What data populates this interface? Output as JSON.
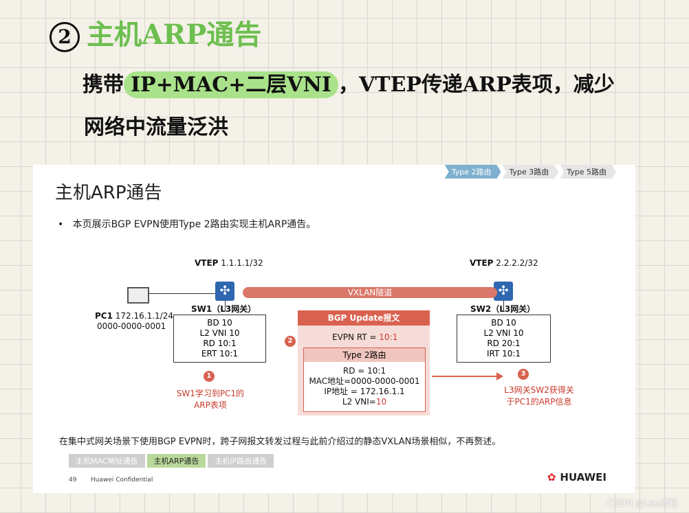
{
  "handwritten": {
    "circle_number": "2",
    "title": "主机ARP通告",
    "line1_before": "携带",
    "line1_highlight": "IP+MAC+二层VNI",
    "line1_after": "，VTEP传递ARP表项，减少",
    "line2": "网络中流量泛洪"
  },
  "slide": {
    "breadcrumb": [
      "Type 2路由",
      "Type 3路由",
      "Type 5路由"
    ],
    "title": "主机ARP通告",
    "bullet": "本页展示BGP EVPN使用Type 2路由实现主机ARP通告。",
    "vtep1": {
      "label": "VTEP",
      "ip": "1.1.1.1/32"
    },
    "vtep2": {
      "label": "VTEP",
      "ip": "2.2.2.2/32"
    },
    "tunnel": "VXLAN隧道",
    "pc1": {
      "name": "PC1",
      "ip": "172.16.1.1/24",
      "mac": "0000-0000-0001"
    },
    "sw1": {
      "name": "SW1",
      "role": "（L3网关）",
      "lines": [
        "BD 10",
        "L2 VNI 10",
        "RD 10:1",
        "ERT 10:1"
      ]
    },
    "sw2": {
      "name": "SW2",
      "role": "（L3网关）",
      "lines": [
        "BD 10",
        "L2 VNI 10",
        "RD 20:1",
        "IRT 10:1"
      ]
    },
    "bgp": {
      "header": "BGP Update报文",
      "evpn_rt_label": "EVPN RT = ",
      "evpn_rt_value": "10:1",
      "type2_header": "Type 2路由",
      "rd": "RD = 10:1",
      "mac": "MAC地址=0000-0000-0001",
      "ip": "IP地址 = 172.16.1.1",
      "vni_label": "L2 VNI=",
      "vni_value": "10"
    },
    "steps": [
      {
        "num": "1",
        "line1": "SW1学习到PC1的",
        "line2": "ARP表项"
      },
      {
        "num": "2"
      },
      {
        "num": "3",
        "line1": "L3网关SW2获得关",
        "line2": "于PC1的ARP信息"
      }
    ],
    "note": "在集中式网关场景下使用BGP  EVPN时，跨子网报文转发过程与此前介绍过的静态VXLAN场景相似，不再赘述。",
    "tabs": [
      "主机MAC地址通告",
      "主机ARP通告",
      "主机IP路由通告"
    ],
    "footer_page": "49",
    "footer_conf": "Huawei Confidential",
    "logo": "HUAWEI"
  },
  "watermark": "CSDN @Lee清松",
  "colors": {
    "accent_red": "#d9614f",
    "highlight_green": "#a9e28a",
    "breadcrumb_active": "#7fb0cf",
    "tab_active": "#b9d99b"
  }
}
